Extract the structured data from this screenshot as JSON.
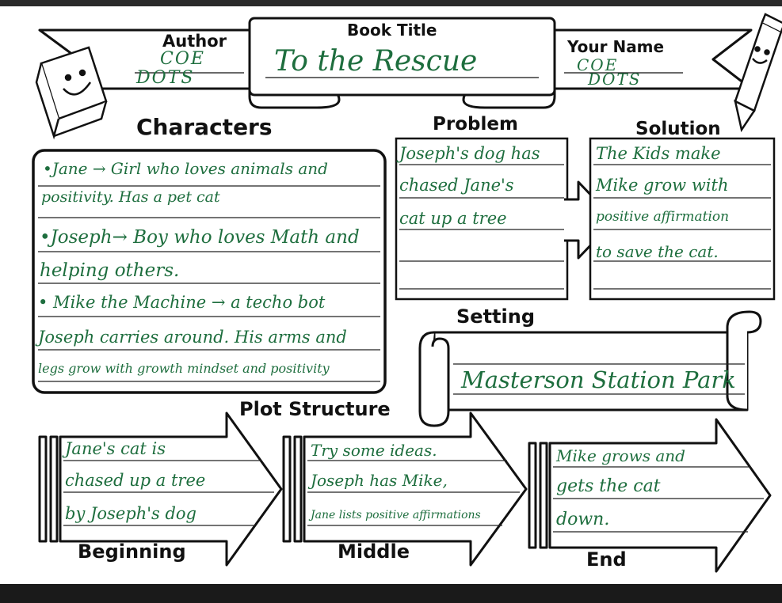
{
  "header": {
    "author_label": "Author",
    "author_value": [
      "COE",
      "DOTS"
    ],
    "book_title_label": "Book Title",
    "book_title_value": "To the Rescue",
    "your_name_label": "Your Name",
    "your_name_value": [
      "COE",
      "DOTS"
    ]
  },
  "characters": {
    "heading": "Characters",
    "lines": [
      "•Jane → Girl who loves animals and",
      "positivity. Has a pet cat",
      "•Joseph→ Boy who loves Math and",
      "helping others.",
      "• Mike the Machine → a techo bot",
      "Joseph carries around. His arms and",
      "legs grow with growth mindset and positivity"
    ]
  },
  "problem": {
    "heading": "Problem",
    "lines": [
      "Joseph's dog has",
      "chased Jane's",
      "cat up a tree"
    ]
  },
  "solution": {
    "heading": "Solution",
    "lines": [
      "The Kids make",
      "Mike grow with",
      "positive affirmation",
      "to save the cat."
    ]
  },
  "setting": {
    "heading": "Setting",
    "value": "Masterson Station Park"
  },
  "plot": {
    "heading": "Plot Structure",
    "beginning": {
      "label": "Beginning",
      "lines": [
        "Jane's cat is",
        "chased up a tree",
        "by Joseph's dog"
      ]
    },
    "middle": {
      "label": "Middle",
      "lines": [
        "Try some ideas.",
        "Joseph has Mike,",
        "Jane lists positive affirmations"
      ]
    },
    "end": {
      "label": "End",
      "lines": [
        "Mike grows and",
        "gets the cat",
        "down."
      ]
    }
  },
  "colors": {
    "ink": "#1e6e3e",
    "outline": "#111111"
  },
  "icons": [
    "book-character-icon",
    "pencil-character-icon"
  ]
}
